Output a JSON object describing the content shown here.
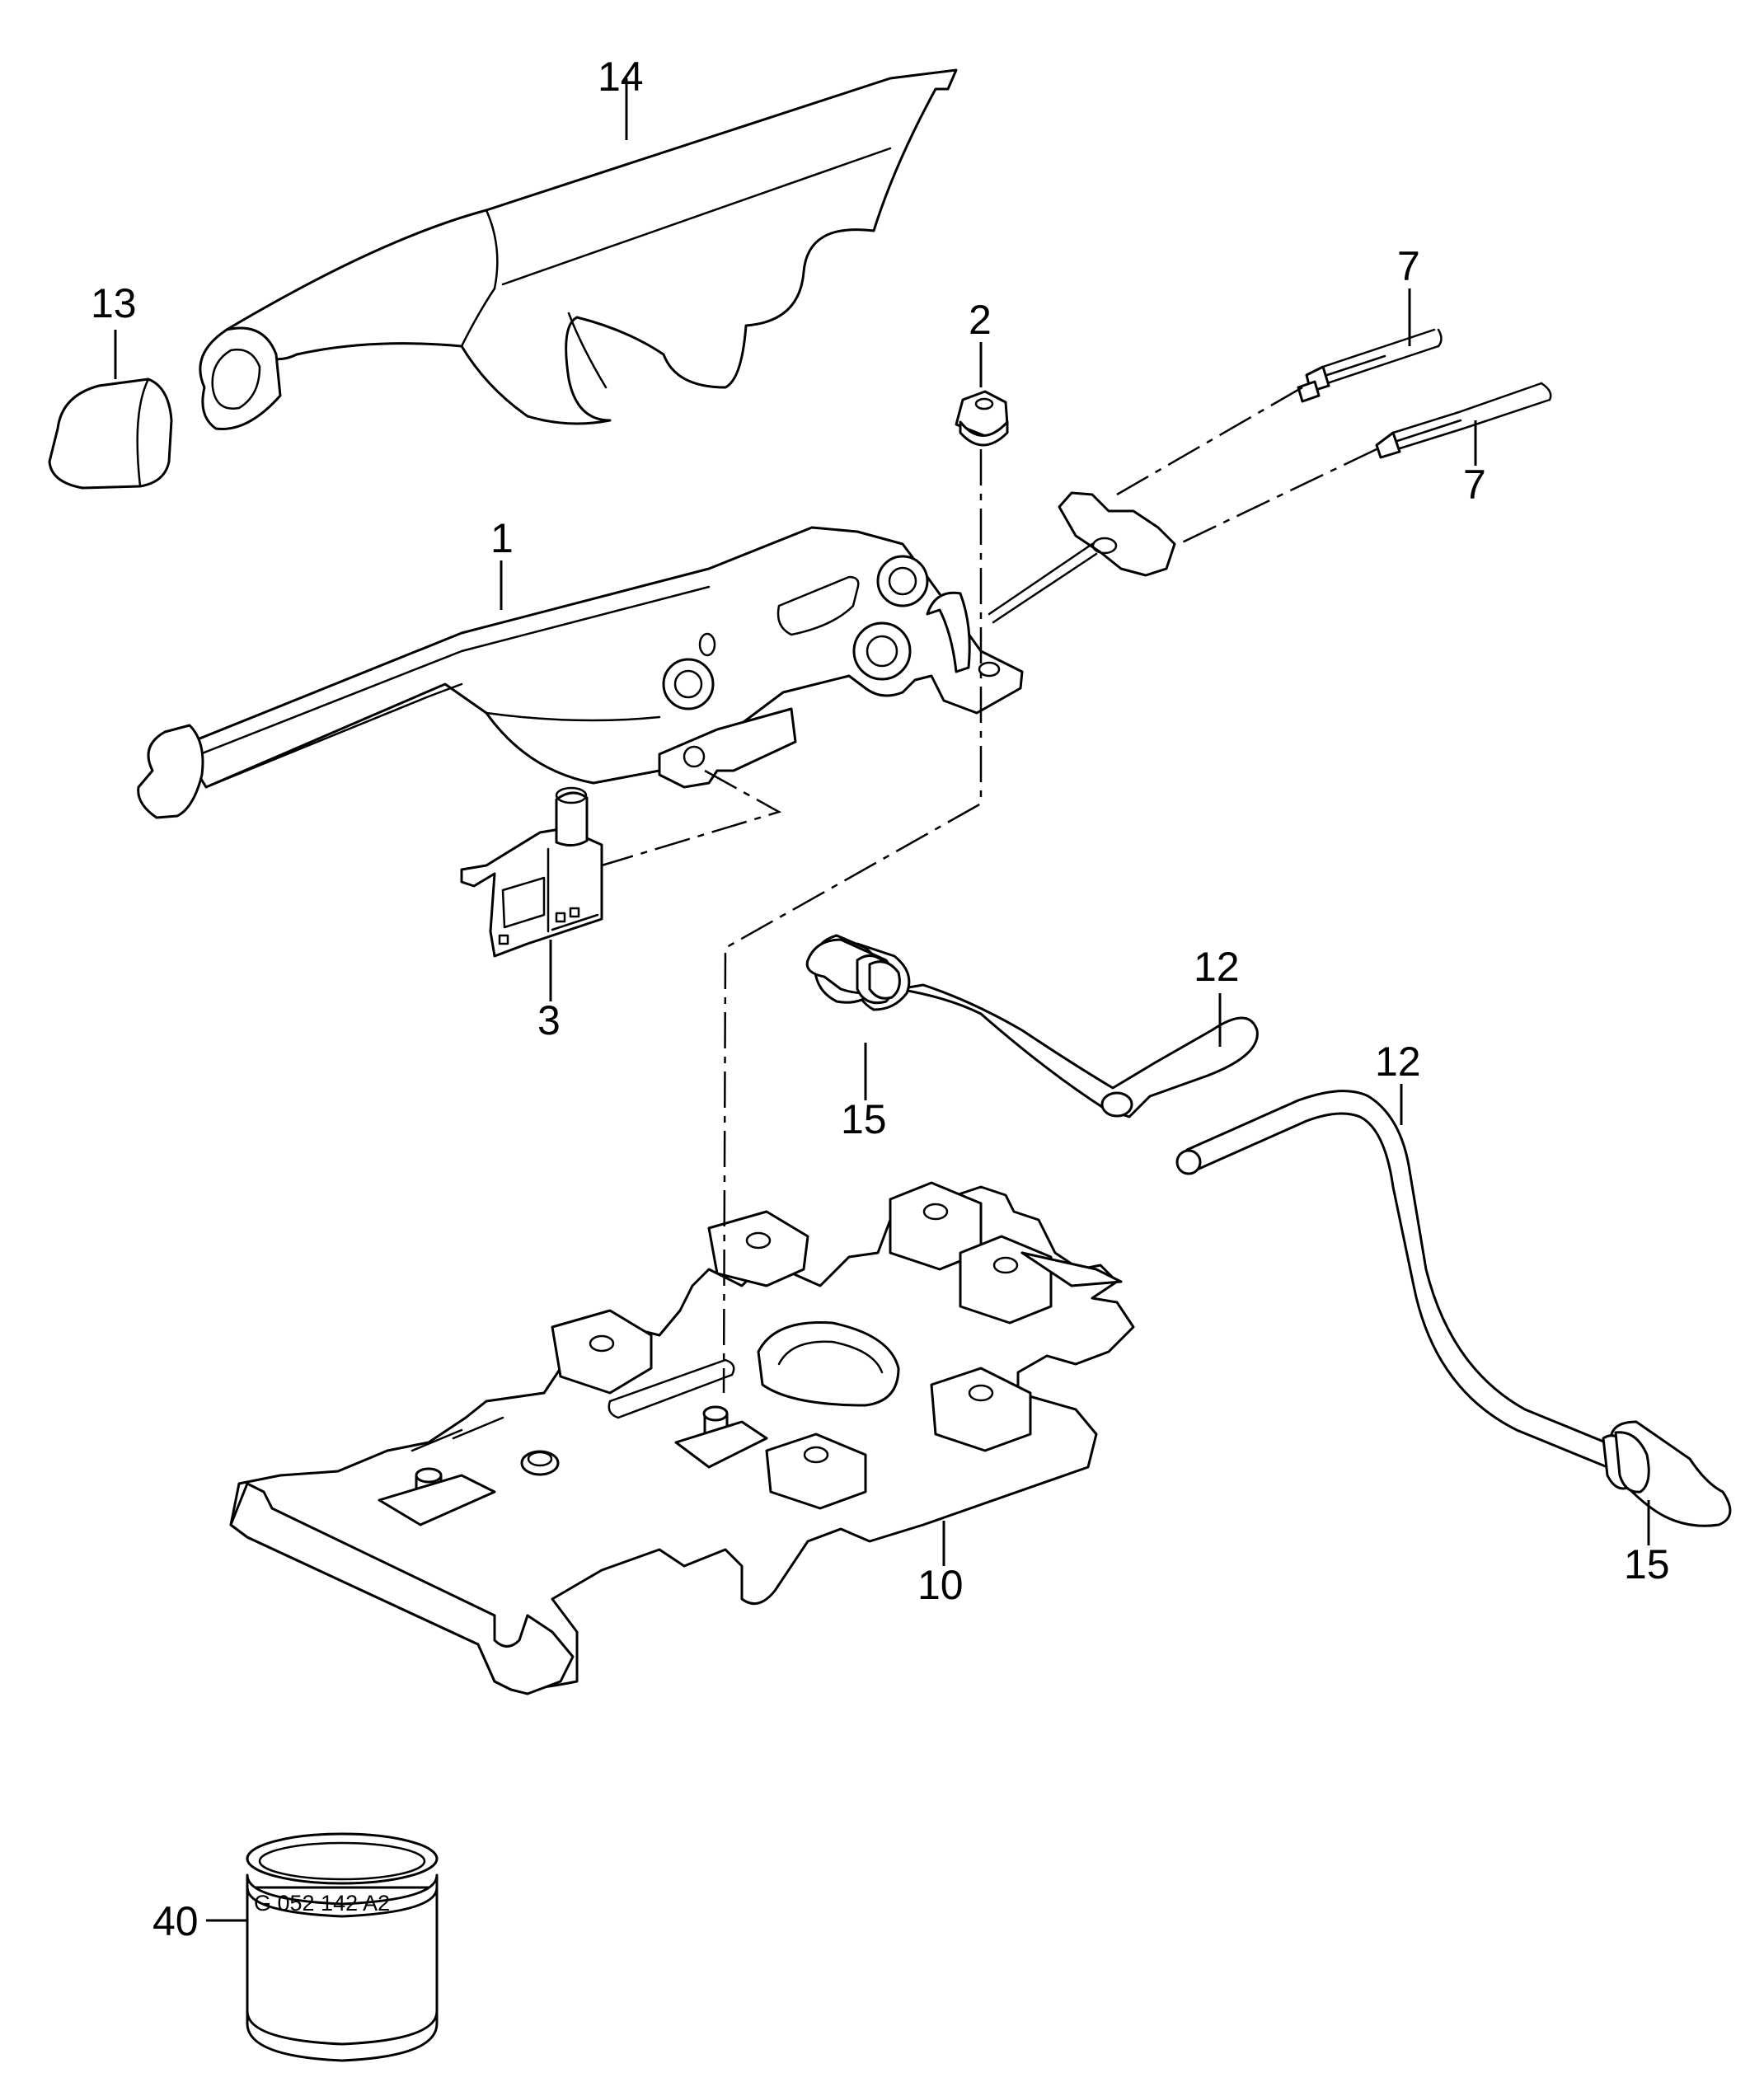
{
  "callouts": {
    "c1": "1",
    "c2": "2",
    "c3": "3",
    "c7a": "7",
    "c7b": "7",
    "c10": "10",
    "c12a": "12",
    "c12b": "12",
    "c13": "13",
    "c14": "14",
    "c15a": "15",
    "c15b": "15",
    "c40": "40"
  },
  "marking": {
    "sleeve_text": "G 052 142 A2"
  },
  "colors": {
    "line": "#000000",
    "background": "#ffffff"
  }
}
